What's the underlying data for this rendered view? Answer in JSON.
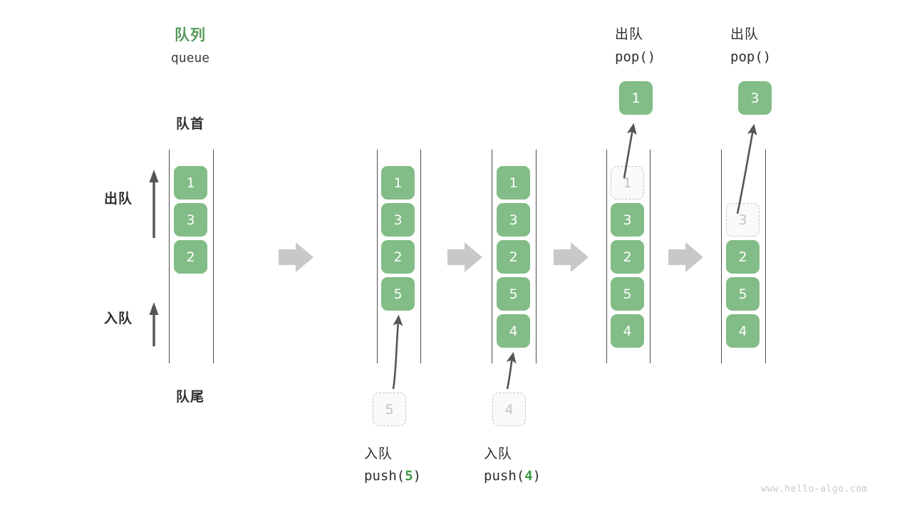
{
  "meta": {
    "watermark": "www.hello-algo.com",
    "colors": {
      "green": "#82bc86",
      "green_text": "#569a5c",
      "ghost_border": "#c2c2c2",
      "rail": "#4d4d4d",
      "arrow_gray": "#555555",
      "flow_arrow": "#c8c8c8"
    }
  },
  "header": {
    "title_cn": "队列",
    "title_code": "queue"
  },
  "labels": {
    "front": "队首",
    "rear": "队尾",
    "dequeue": "出队",
    "enqueue": "入队"
  },
  "steps": [
    {
      "id": "initial",
      "items": [
        "1",
        "3",
        "2"
      ],
      "ghost_top": null,
      "ghost_bottom": null,
      "popped": null,
      "caption_cn": null,
      "caption_code": null,
      "top_label_cn": null,
      "top_label_code": null
    },
    {
      "id": "push-5",
      "items": [
        "1",
        "3",
        "2",
        "5"
      ],
      "ghost_top": null,
      "ghost_bottom": "5",
      "popped": null,
      "caption_cn": "入队",
      "caption_code_prefix": "push(",
      "caption_code_arg": "5",
      "caption_code_suffix": ")",
      "top_label_cn": null,
      "top_label_code": null
    },
    {
      "id": "push-4",
      "items": [
        "1",
        "3",
        "2",
        "5",
        "4"
      ],
      "ghost_top": null,
      "ghost_bottom": "4",
      "popped": null,
      "caption_cn": "入队",
      "caption_code_prefix": "push(",
      "caption_code_arg": "4",
      "caption_code_suffix": ")",
      "top_label_cn": null,
      "top_label_code": null
    },
    {
      "id": "pop-1",
      "items": [
        "3",
        "2",
        "5",
        "4"
      ],
      "ghost_top": "1",
      "ghost_bottom": null,
      "popped": "1",
      "caption_cn": null,
      "caption_code": null,
      "top_label_cn": "出队",
      "top_label_code": "pop()"
    },
    {
      "id": "pop-3",
      "items": [
        "2",
        "5",
        "4"
      ],
      "ghost_top": "3",
      "ghost_bottom": null,
      "popped": "3",
      "caption_cn": null,
      "caption_code": null,
      "top_label_cn": "出队",
      "top_label_code": "pop()"
    }
  ],
  "flow_arrows": [
    "step-arrow-1",
    "step-arrow-2",
    "step-arrow-3",
    "step-arrow-4"
  ]
}
